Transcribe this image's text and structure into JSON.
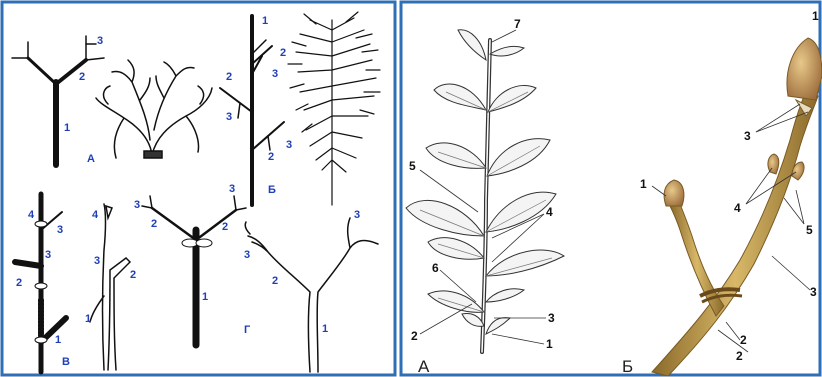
{
  "left_panel": {
    "scheme_a": {
      "letter": "А",
      "labels": [
        "1",
        "2",
        "3"
      ]
    },
    "scheme_b": {
      "letter": "Б",
      "labels": [
        "1",
        "2",
        "3",
        "2",
        "3",
        "2",
        "3"
      ]
    },
    "scheme_v": {
      "letter": "В",
      "labels": [
        "4",
        "3",
        "3",
        "2",
        "1",
        "4",
        "3",
        "2",
        "1"
      ]
    },
    "scheme_g": {
      "letter": "Г",
      "labels": [
        "3",
        "3",
        "2",
        "2",
        "1",
        "3",
        "3",
        "2",
        "1"
      ]
    }
  },
  "right_panel": {
    "shoot_a": {
      "letter": "А",
      "labels": [
        "7",
        "5",
        "4",
        "6",
        "2",
        "3",
        "1"
      ]
    },
    "shoot_b": {
      "letter": "Б",
      "labels": [
        "1",
        "3",
        "1",
        "4",
        "5",
        "3",
        "2",
        "2"
      ]
    }
  },
  "colors": {
    "frame": "#2f6fb5",
    "label_blue": "#1f3fb8",
    "twig": "#c9a44e"
  }
}
